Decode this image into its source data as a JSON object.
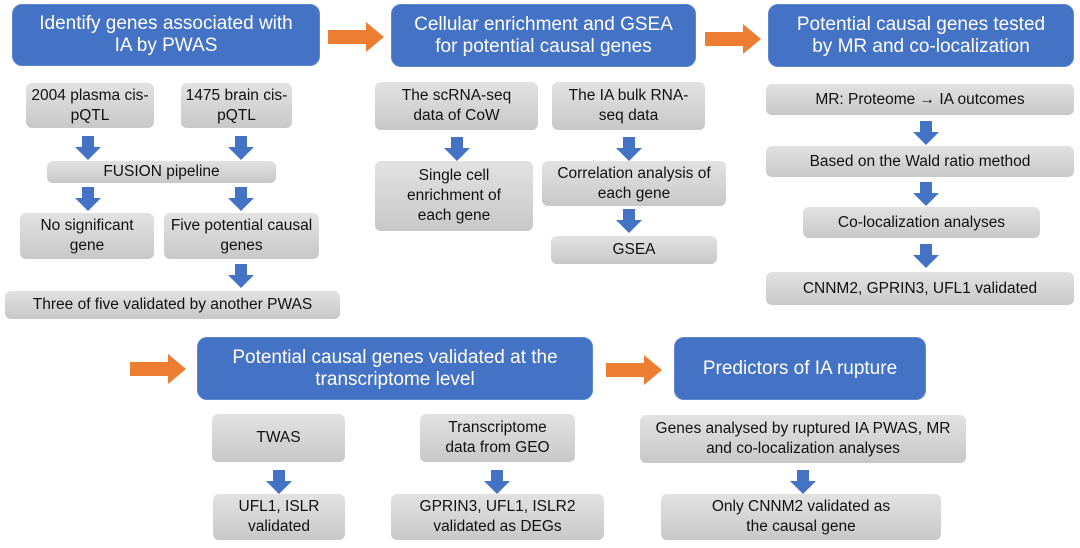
{
  "section1": {
    "header": "Identify genes associated with IA by PWAS",
    "plasma": "2004 plasma cis-pQTL",
    "brain": "1475 brain cis-pQTL",
    "fusion": "FUSION pipeline",
    "no_sig": "No significant gene",
    "five": "Five potential causal genes",
    "three": "Three of five validated by another PWAS"
  },
  "section2": {
    "header": "Cellular enrichment and GSEA for potential causal genes",
    "scrna": "The scRNA-seq data of CoW",
    "bulk": "The IA bulk RNA-seq data",
    "single_cell": "Single cell enrichment of each gene",
    "correlation": "Correlation analysis of each gene",
    "gsea": "GSEA"
  },
  "section3": {
    "header": "Potential causal genes tested by MR and co-localization",
    "mr": "MR: Proteome → IA outcomes",
    "wald": "Based on the Wald ratio method",
    "coloc": "Co-localization analyses",
    "validated": "CNNM2, GPRIN3, UFL1 validated"
  },
  "section4": {
    "header": "Potential causal genes validated at the transcriptome level",
    "twas": "TWAS",
    "twas_result": "UFL1, ISLR validated",
    "geo": "Transcriptome data from GEO",
    "geo_result": "GPRIN3, UFL1, ISLR2 validated as DEGs"
  },
  "section5": {
    "header": "Predictors of IA rupture",
    "genes": "Genes analysed by ruptured IA PWAS, MR and co-localization analyses",
    "result": "Only CNNM2 validated as the causal gene"
  },
  "colors": {
    "header_blue": "#4472c4",
    "arrow_orange": "#ed7d31",
    "box_gray": "#d6d6d6"
  }
}
